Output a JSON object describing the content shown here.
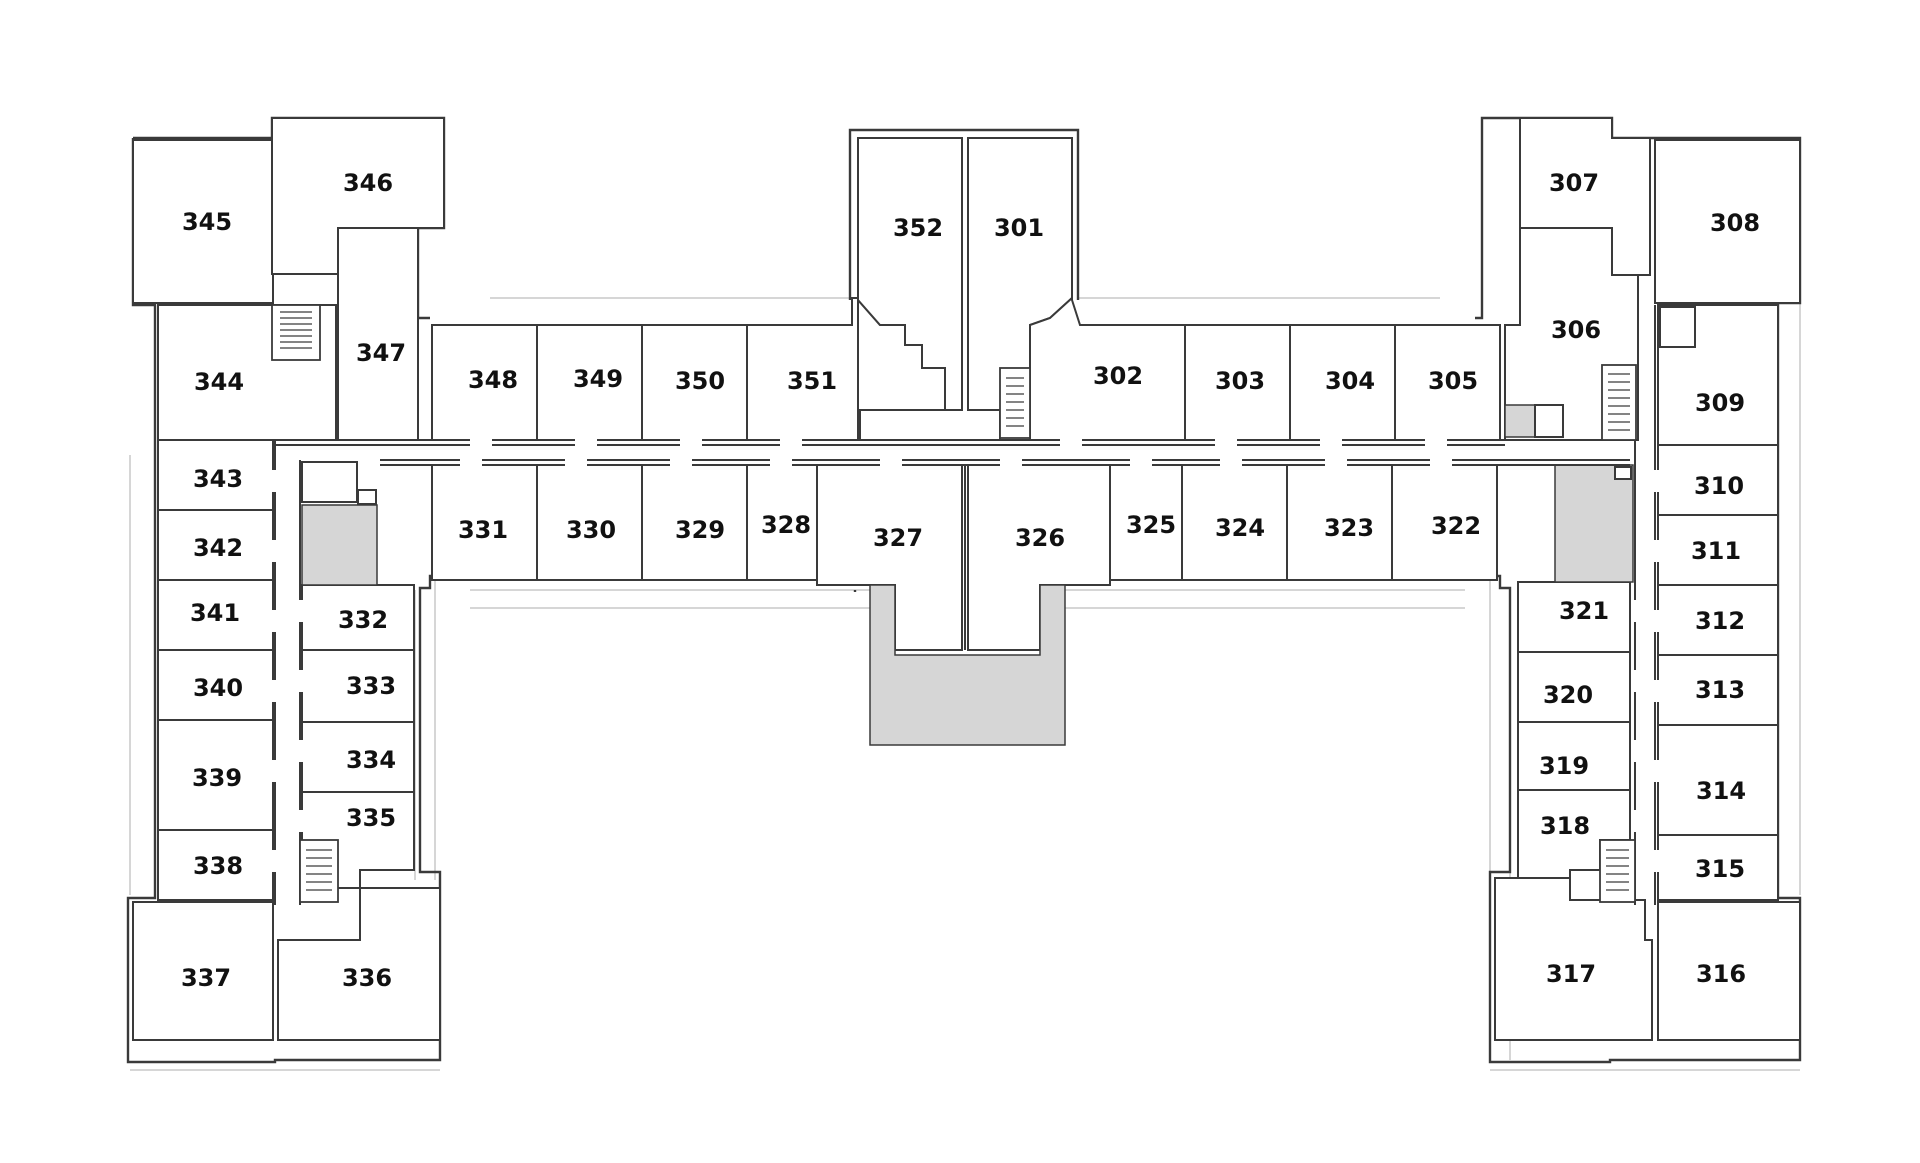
{
  "rooms": {
    "r301": "301",
    "r302": "302",
    "r303": "303",
    "r304": "304",
    "r305": "305",
    "r306": "306",
    "r307": "307",
    "r308": "308",
    "r309": "309",
    "r310": "310",
    "r311": "311",
    "r312": "312",
    "r313": "313",
    "r314": "314",
    "r315": "315",
    "r316": "316",
    "r317": "317",
    "r318": "318",
    "r319": "319",
    "r320": "320",
    "r321": "321",
    "r322": "322",
    "r323": "323",
    "r324": "324",
    "r325": "325",
    "r326": "326",
    "r327": "327",
    "r328": "328",
    "r329": "329",
    "r330": "330",
    "r331": "331",
    "r332": "332",
    "r333": "333",
    "r334": "334",
    "r335": "335",
    "r336": "336",
    "r337": "337",
    "r338": "338",
    "r339": "339",
    "r340": "340",
    "r341": "341",
    "r342": "342",
    "r343": "343",
    "r344": "344",
    "r345": "345",
    "r346": "346",
    "r347": "347",
    "r348": "348",
    "r349": "349",
    "r350": "350",
    "r351": "351",
    "r352": "352"
  },
  "colors": {
    "wall": "#3a3a3a",
    "fill_gray": "#d6d6d6",
    "background": "#ffffff"
  }
}
